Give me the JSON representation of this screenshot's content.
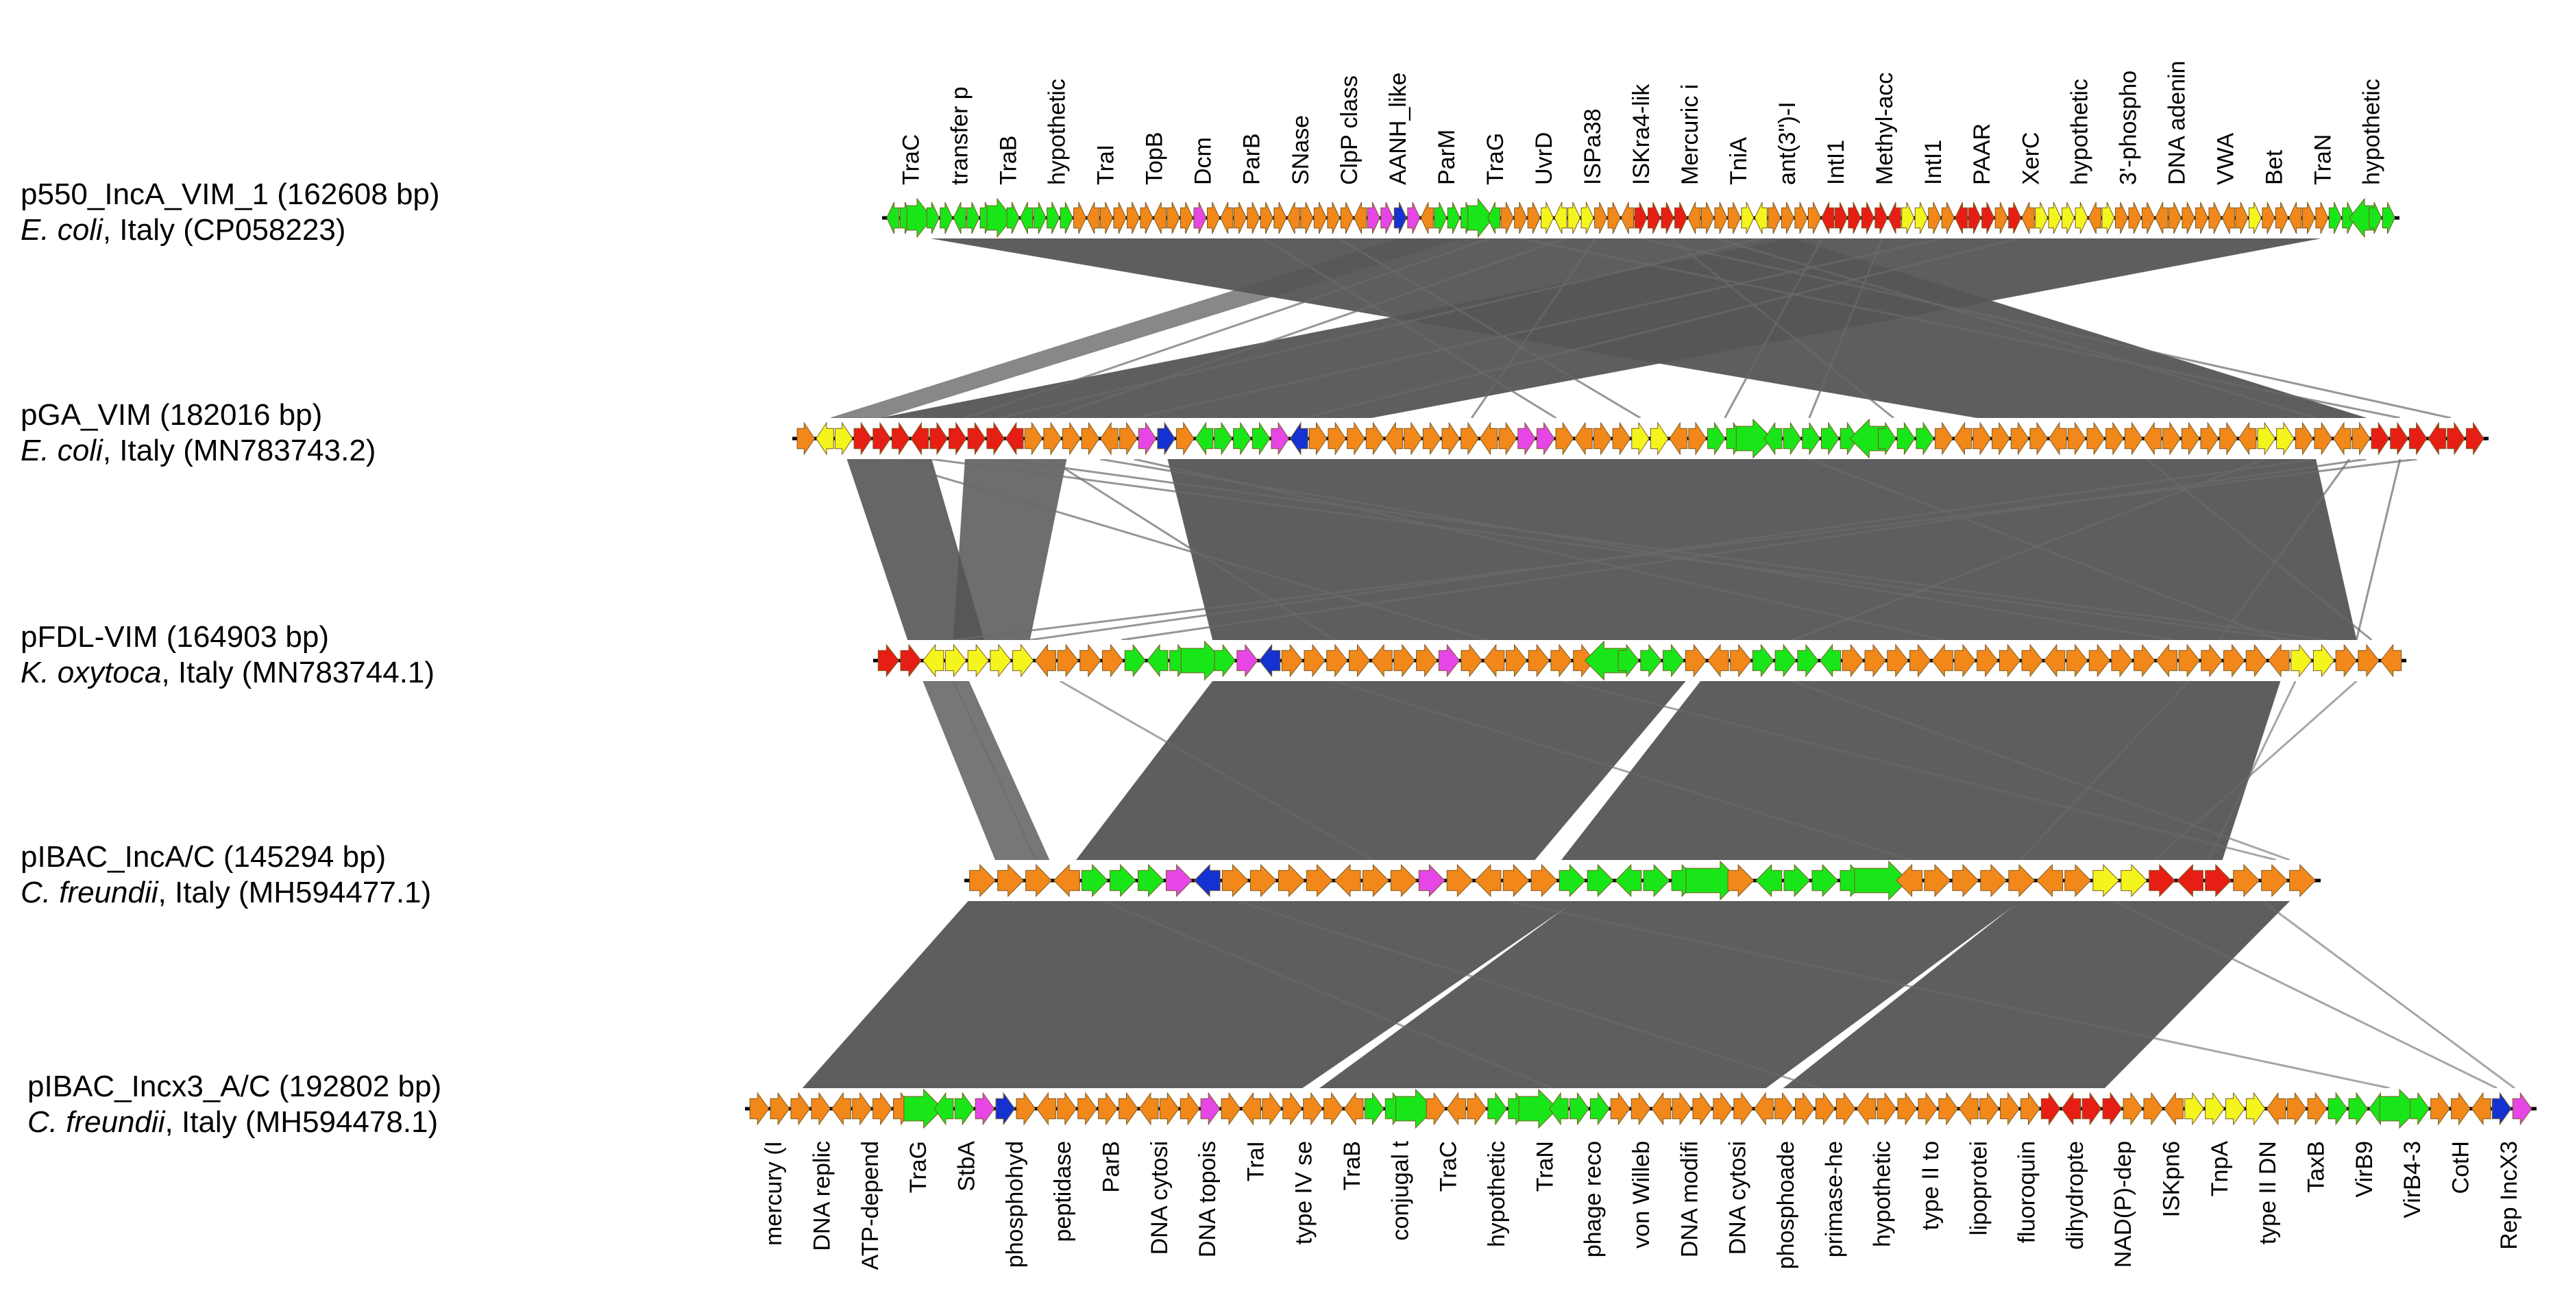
{
  "colors": {
    "green": "#19e619",
    "orange": "#f2871a",
    "yellow": "#f5f51e",
    "red": "#e61e14",
    "magenta": "#e646e6",
    "blue": "#1432d2",
    "lightblue": "#8cbee6",
    "tan": "#d9a066",
    "backbone": "#000000",
    "homology": "#555555"
  },
  "tracks": [
    {
      "name": "p550_IncA_VIM_1 (162608 bp)",
      "species": "E. coli",
      "rest": ", Italy (CP058223)",
      "colors": "GGGGGGGGGGGGGGOOOOOOOOOMOOOOOOOOOOOOMMBMOGGGGGOOOYYYYOOORRRROOOOYYOOOORRRRRRYYOORRROROYYYYOYOOOOOOOOOOYOOOOOGGGGG",
      "labels": [
        "TraC",
        "transfer p",
        "TraB",
        "hypothetic",
        "TraI",
        "TopB",
        "Dcm",
        "ParB",
        "SNase",
        "ClpP class",
        "AANH_like",
        "ParM",
        "TraG",
        "UvrD",
        "ISPa38",
        "ISKra4-lik",
        "Mercuric i",
        "TniA",
        "ant(3\")-I",
        "IntI1",
        "Methyl-acc",
        "IntI1",
        "PAAR",
        "XerC",
        "hypothetic",
        "3'-phospho",
        "DNA adenin",
        "VWA",
        "Bet",
        "TraN",
        "hypothetic"
      ]
    },
    {
      "name": "pGA_VIM (182016 bp)",
      "species": "E. coli",
      "rest": ", Italy (MN783743.2)",
      "colors": "OYYRRRRRRRRROOOOOOMBOGGGGMBOOOOOOOOOOOMMOOOOYYOOGGGGGGGGGGGGOOOOOOOOOOOOOOOOOYYOOOORRRRRR",
      "labels": []
    },
    {
      "name": "pFDL-VIM (164903 bp)",
      "species": "K. oxytoca",
      "rest": ", Italy (MN783744.1)",
      "colors": "RRYYYYYOOOOGGGGGMBOOOOOOOMOOOOOOGGGGOOOGGGGOOOOOOOOOOOOOOOOOOOOYYOOO",
      "labels": []
    },
    {
      "name": "pIBAC_IncA/C (145294 bp)",
      "species": "C. freundii",
      "rest": ", Italy (MH594477.1)",
      "colors": "OOOOGGGMBOOOOOOOMOOOOGGGGGGOGGGGGOOOOOOOYYRRROOO",
      "labels": []
    },
    {
      "name": "pIBAC_Incx3_A/C (192802 bp)",
      "species": "C. freundii",
      "rest": ", Italy (MH594478.1)",
      "colors": "OOOOOOOOGGGMBOOOOOOOOOMOOOOOOOGGGOOOGGGGGGOOOOOOOOOOOOOOOOOOOOORRRROOOYYYYOOOGGGGGOOOBM",
      "labels": [
        "mercury (I",
        "DNA replic",
        "ATP-depend",
        "TraG",
        "StbA",
        "phosphohyd",
        "peptidase",
        "ParB",
        "DNA cytosi",
        "DNA topois",
        "TraI",
        "type IV se",
        "TraB",
        "conjugal t",
        "TraC",
        "hypothetic",
        "TraN",
        "phage reco",
        "von Willeb",
        "DNA modifi",
        "DNA cytosi",
        "phosphoade",
        "primase-he",
        "hypothetic",
        "type II to",
        "lipoprotei",
        "fluoroquin",
        "dihydropte",
        "NAD(P)-dep",
        "ISKpn6",
        "TnpA",
        "type II DN",
        "TaxB",
        "VirB9",
        "VirB4-3",
        "CotH",
        "Rep IncX3"
      ]
    }
  ]
}
